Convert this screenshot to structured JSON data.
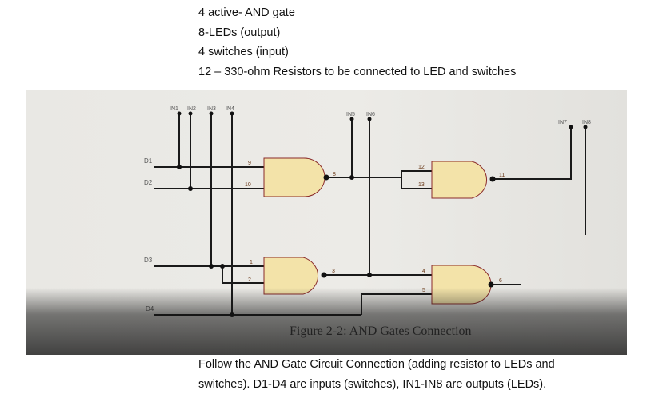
{
  "intro": {
    "line1": "4 active- AND gate",
    "line2": "8-LEDs (output)",
    "line3": "4 switches (input)",
    "line4": "12 – 330-ohm Resistors to be connected to LED and switches"
  },
  "figure": {
    "caption": "Figure 2-2: AND Gates Connection",
    "inputs": [
      "D1",
      "D2",
      "D3",
      "D4"
    ],
    "outputs": [
      "IN1",
      "IN2",
      "IN3",
      "IN4",
      "IN5",
      "IN6",
      "IN7",
      "IN8"
    ],
    "pins": {
      "g1_in_a": "9",
      "g1_in_b": "10",
      "g1_out": "8",
      "g2_in_a": "12",
      "g2_in_b": "13",
      "g2_out": "11",
      "g3_in_a": "1",
      "g3_in_b": "2",
      "g3_out": "3",
      "g4_in_a": "4",
      "g4_in_b": "5",
      "g4_out": "6"
    },
    "gate_fill": "#f3e3a9",
    "gate_stroke": "#8a2a2a"
  },
  "outro": {
    "line1": "Follow the AND Gate Circuit Connection (adding resistor to LEDs and",
    "line2": "switches). D1-D4 are inputs (switches), IN1-IN8 are outputs (LEDs)."
  }
}
